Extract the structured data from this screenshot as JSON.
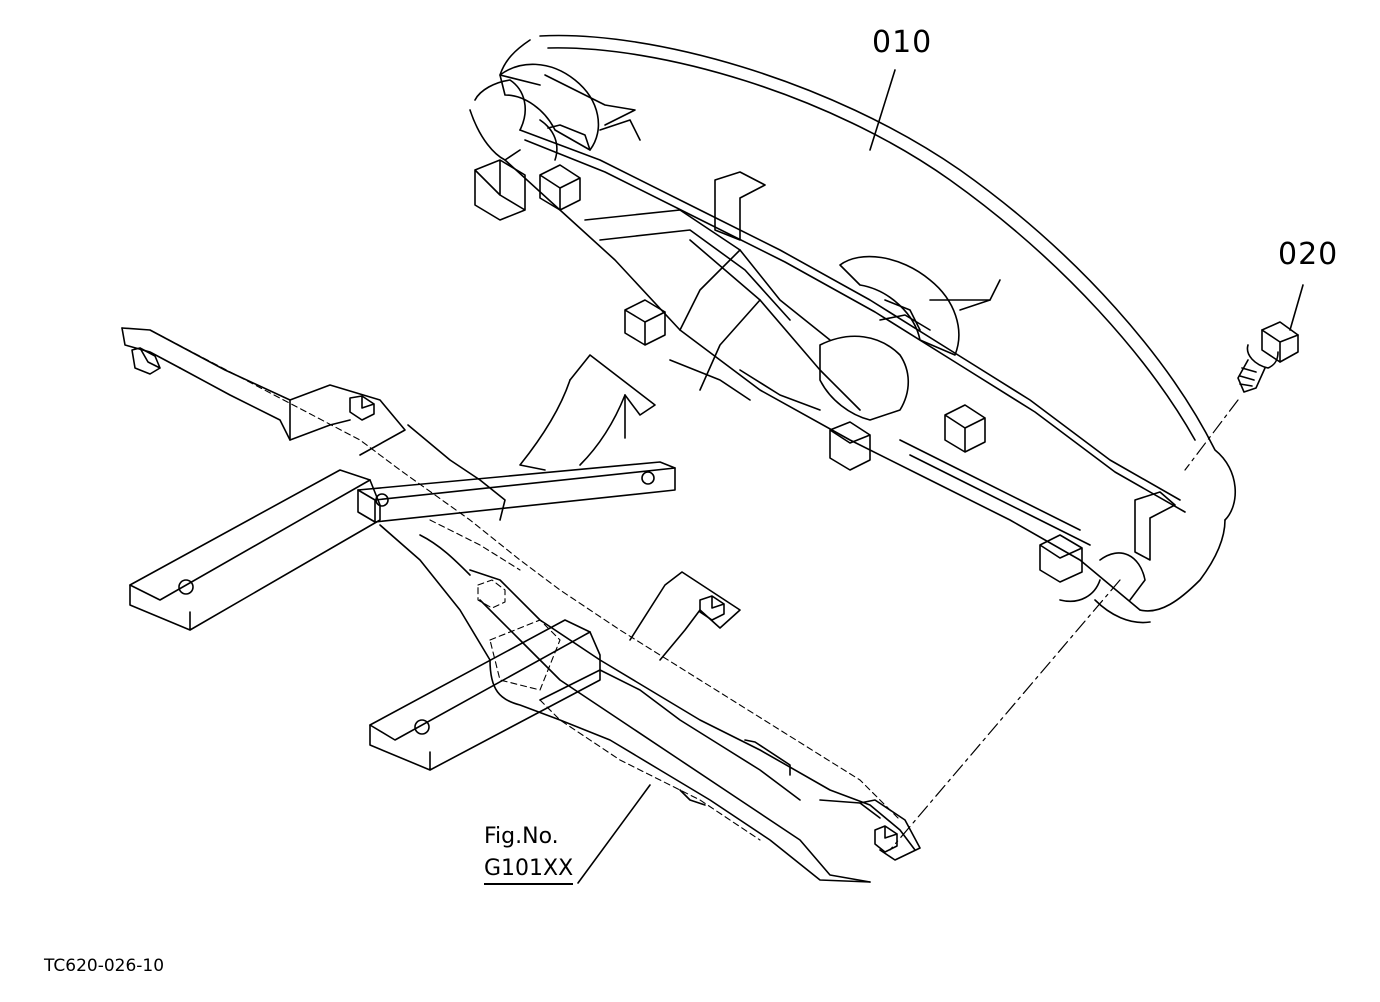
{
  "diagram": {
    "callouts": [
      {
        "id": "callout-010",
        "label": "010"
      },
      {
        "id": "callout-020",
        "label": "020"
      }
    ],
    "figure_reference": {
      "line1": "Fig.No.",
      "line2": "G101XX"
    },
    "drawing_code": "TC620-026-10",
    "line_color": "#000000",
    "background_color": "#ffffff"
  }
}
